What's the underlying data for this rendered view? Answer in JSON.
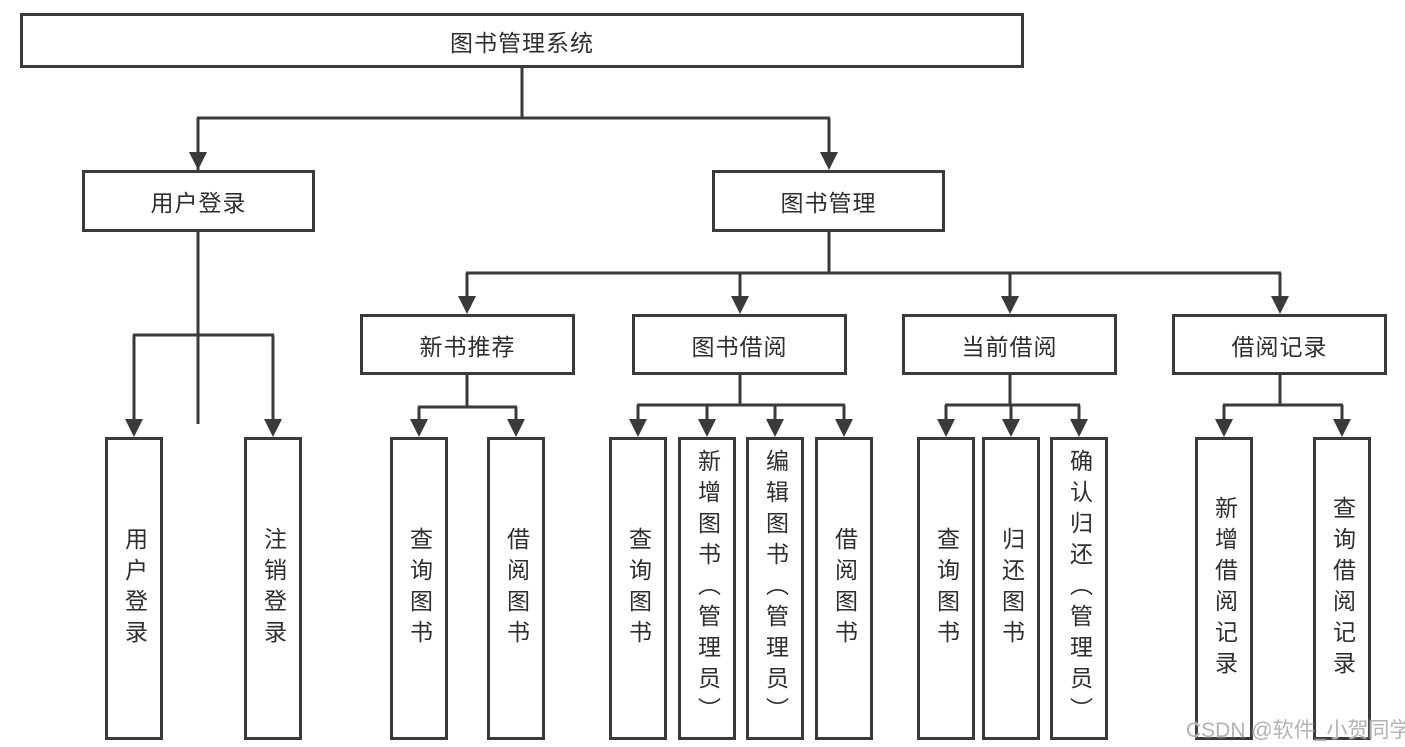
{
  "diagram_type": "hierarchy-tree",
  "colors": {
    "line": "#3a3a3a",
    "box_border": "#3a3a3a",
    "box_background": "#ffffff",
    "text": "#2e2e2e",
    "watermark": "#b3b3b3"
  },
  "tree": {
    "label": "图书管理系统",
    "children": [
      {
        "label": "用户登录",
        "children": [
          {
            "label": "用户登录"
          },
          {
            "label": "注销登录"
          }
        ]
      },
      {
        "label": "图书管理",
        "children": [
          {
            "label": "新书推荐",
            "children": [
              {
                "label": "查询图书"
              },
              {
                "label": "借阅图书"
              }
            ]
          },
          {
            "label": "图书借阅",
            "children": [
              {
                "label": "查询图书"
              },
              {
                "label": "新增图书（管理员）"
              },
              {
                "label": "编辑图书（管理员）"
              },
              {
                "label": "借阅图书"
              }
            ]
          },
          {
            "label": "当前借阅",
            "children": [
              {
                "label": "查询图书"
              },
              {
                "label": "归还图书"
              },
              {
                "label": "确认归还（管理员）"
              }
            ]
          },
          {
            "label": "借阅记录",
            "children": [
              {
                "label": "新增借阅记录"
              },
              {
                "label": "查询借阅记录"
              }
            ]
          }
        ]
      }
    ]
  },
  "watermark": {
    "text": "CSDN @软件_小贺同学"
  }
}
